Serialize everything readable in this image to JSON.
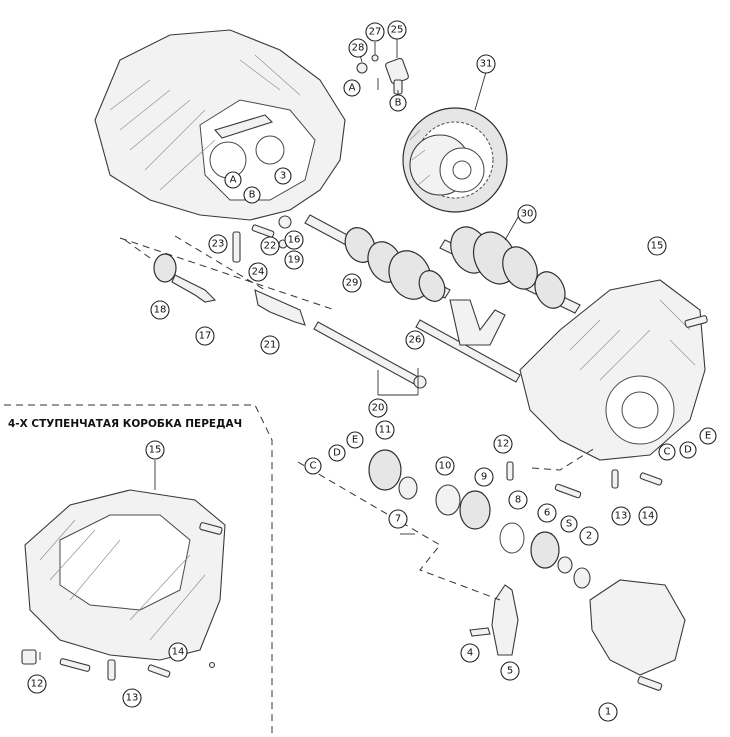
{
  "inset": {
    "title": "4-Х СТУПЕНЧАТАЯ КОРОБКА ПЕРЕДАЧ"
  },
  "callouts": {
    "n1": "1",
    "n2": "2",
    "n4": "4",
    "n5": "5",
    "n6": "6",
    "n7": "7",
    "n8": "8",
    "n9": "9",
    "n10": "10",
    "n11": "11",
    "n12": "12",
    "n13": "13",
    "n14": "14",
    "n15": "15",
    "n16": "16",
    "n17": "17",
    "n18": "18",
    "n19": "19",
    "n20": "20",
    "n21": "21",
    "n22": "22",
    "n23": "23",
    "n24": "24",
    "n25": "25",
    "n26": "26",
    "n27": "27",
    "n28": "28",
    "n29": "29",
    "n30": "30",
    "n31": "31",
    "n32": "3",
    "letterA": "A",
    "letterB": "B",
    "letterC": "C",
    "letterD": "D",
    "letterE": "E",
    "letterS": "S"
  }
}
